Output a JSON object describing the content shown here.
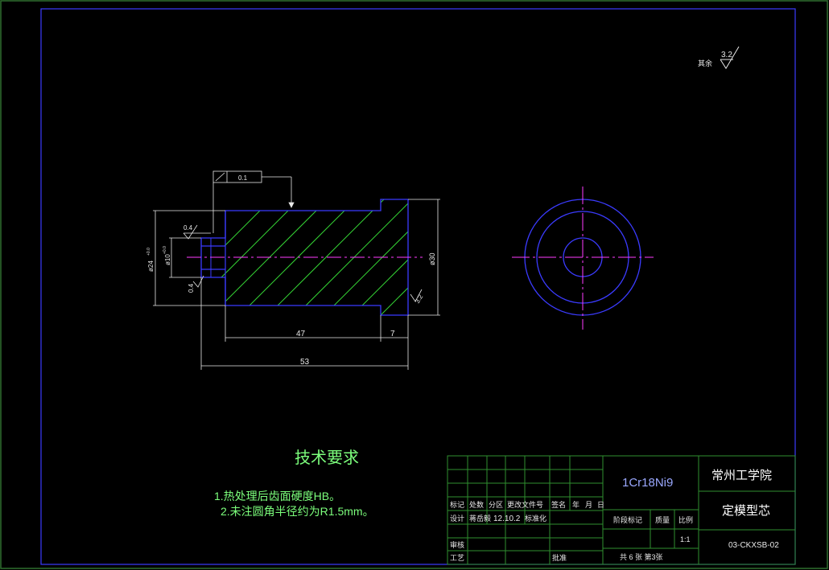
{
  "colors": {
    "background": "#000000",
    "frame": "#2f6f2f",
    "part_outline": "#3b3bff",
    "hatch": "#35d435",
    "centerline": "#ff3cff",
    "dimension": "#e8e8e8",
    "title_block": "#2f8f2f",
    "text_green": "#7cff7c"
  },
  "roughness": {
    "other_label": "其余",
    "value": "3.2"
  },
  "tolerance": {
    "value": "0.1"
  },
  "dimensions": {
    "len_47": "47",
    "len_7": "7",
    "len_53": "53",
    "dia_30": "ø30",
    "dia_24": "ø24",
    "dia_24_tol": "+0.0",
    "dia_10": "ø10",
    "dia_10_tol": "+0.0",
    "rough_04_top": "0.4",
    "rough_04_bottom": "0.4",
    "rough_right": "3.2"
  },
  "tech_req": {
    "title": "技术要求",
    "line1": "1.热处理后齿面硬度HB。",
    "line2": "2.未注圆角半径约为R1.5mm。"
  },
  "title_block": {
    "material": "1Cr18Ni9",
    "school": "常州工学院",
    "part_name": "定模型芯",
    "drawing_no": "03-CKXSB-02",
    "scale": "1:1",
    "stage_mark": "阶段标记",
    "weight": "质量",
    "scale_label": "比例",
    "sheets": "共 6 张  第3张",
    "row_mark": "标记",
    "row_count": "处数",
    "row_zone": "分区",
    "row_doc": "更改文件号",
    "row_sign": "签名",
    "row_year": "年",
    "row_month": "月",
    "row_day": "日",
    "design": "设计",
    "designer": "蒋岳毅",
    "date": "12.10.2",
    "standard": "标准化",
    "review": "审核",
    "craft": "工艺",
    "approve": "批准"
  }
}
